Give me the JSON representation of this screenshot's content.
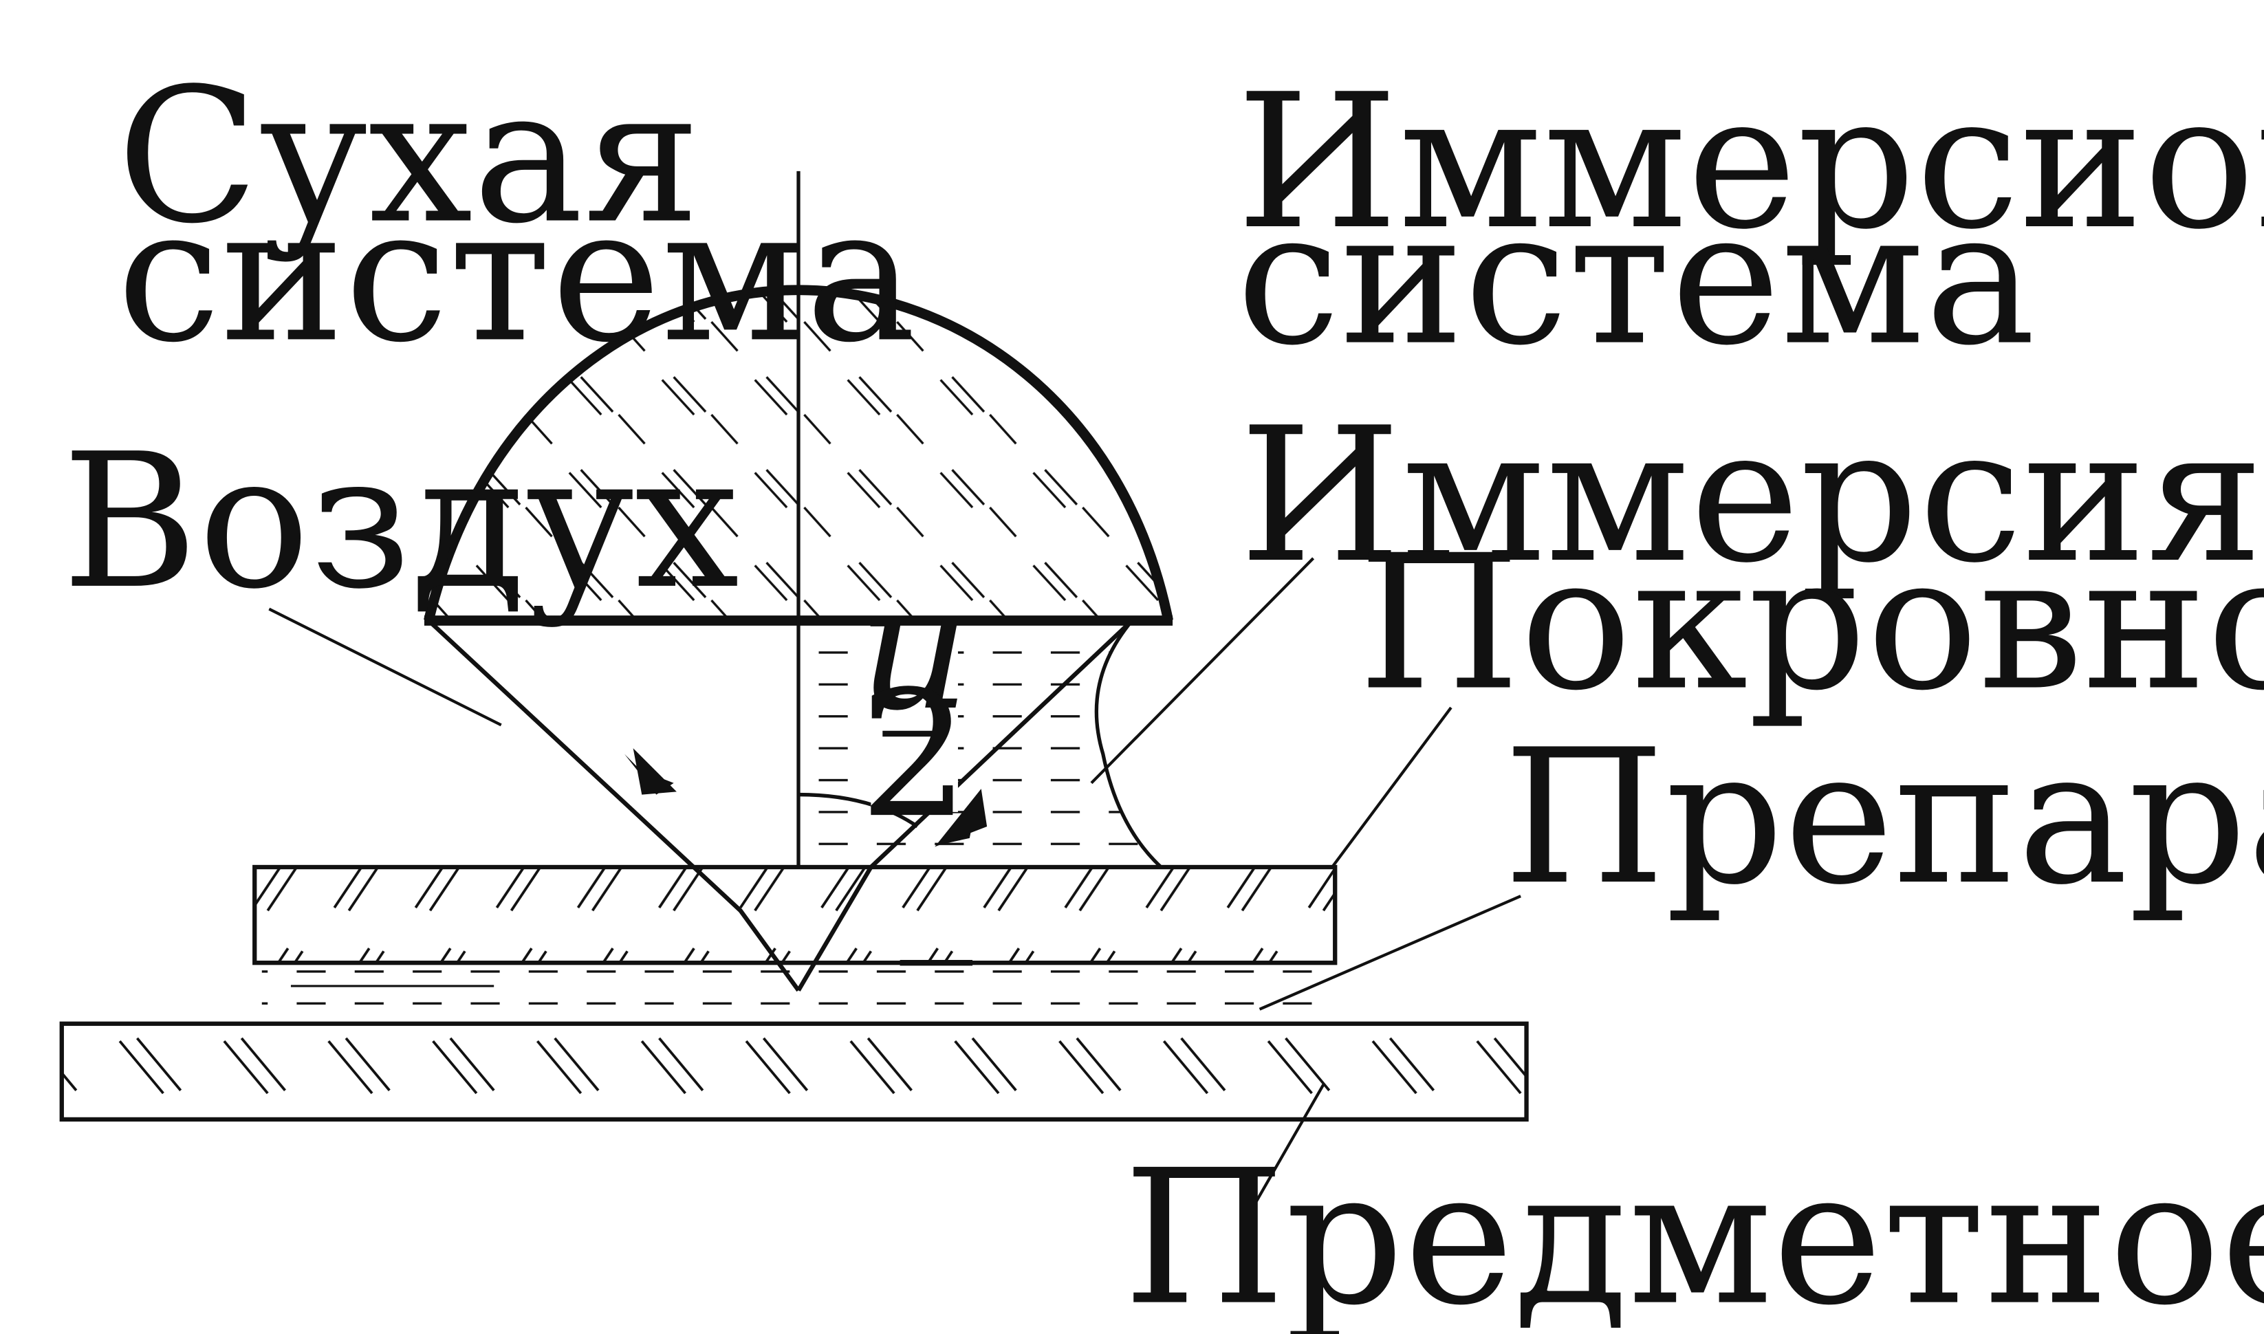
{
  "labels": {
    "dry_system_line1": "Сухая",
    "dry_system_line2": "система",
    "immersion_system_line1": "Иммерсионная",
    "immersion_system_line2": "система",
    "air": "Воздух",
    "immersion": "Иммерсия",
    "cover_glass": "Покровное стекло",
    "specimen": "Препарат",
    "slide_glass": "Предметное стекло"
  },
  "angle_label": {
    "numerator": "u",
    "denominator": "2"
  },
  "colors": {
    "ink": "#111111",
    "background": "#ffffff"
  }
}
